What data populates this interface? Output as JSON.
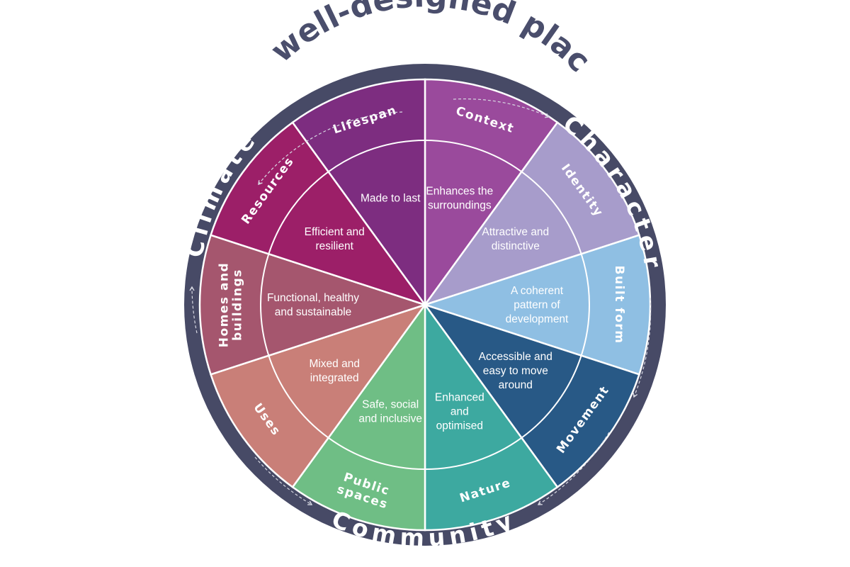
{
  "title": "A well-designed place",
  "groups": [
    {
      "id": "climate",
      "label": "Climate"
    },
    {
      "id": "character",
      "label": "Character"
    },
    {
      "id": "community",
      "label": "Community"
    }
  ],
  "segments": [
    {
      "id": "context",
      "label": "Context",
      "description": [
        "Enhances the",
        "surroundings"
      ],
      "color": "#9a4a9c"
    },
    {
      "id": "identity",
      "label": "Identity",
      "description": [
        "Attractive and",
        "distinctive"
      ],
      "color": "#a79ccb"
    },
    {
      "id": "built-form",
      "label": "Built form",
      "description": [
        "A coherent",
        "pattern of",
        "development"
      ],
      "color": "#8fbfe3"
    },
    {
      "id": "movement",
      "label": "Movement",
      "description": [
        "Accessible and",
        "easy to move",
        "around"
      ],
      "color": "#285986"
    },
    {
      "id": "nature",
      "label": "Nature",
      "description": [
        "Enhanced",
        "and",
        "optimised"
      ],
      "color": "#3da9a0"
    },
    {
      "id": "public-spaces",
      "label": "Public spaces",
      "label_lines": [
        "Public",
        "spaces"
      ],
      "description": [
        "Safe, social",
        "and inclusive"
      ],
      "color": "#6fbe85"
    },
    {
      "id": "uses",
      "label": "Uses",
      "description": [
        "Mixed and",
        "integrated"
      ],
      "color": "#c97f78"
    },
    {
      "id": "homes-and-buildings",
      "label": "Homes and buildings",
      "label_lines": [
        "Homes and",
        "buildings"
      ],
      "description": [
        "Functional, healthy",
        "and sustainable"
      ],
      "color": "#a5566e"
    },
    {
      "id": "resources",
      "label": "Resources",
      "description": [
        "Efficient and",
        "resilient"
      ],
      "color": "#9c1f68"
    },
    {
      "id": "lifespan",
      "label": "Lifespan",
      "description": [
        "Made to last"
      ],
      "color": "#7d2d80"
    }
  ],
  "ring_color": "#474a66"
}
